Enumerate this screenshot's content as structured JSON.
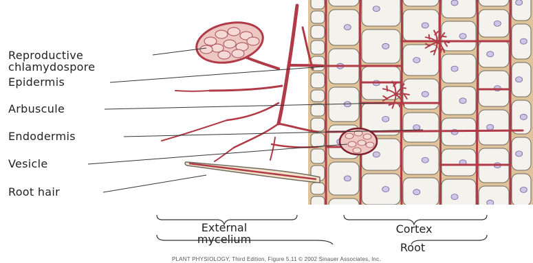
{
  "labels": {
    "reproductive": "Reproductive",
    "chlamydospore": "chlamydospore",
    "epidermis": "Epidermis",
    "arbuscule": "Arbuscule",
    "endodermis": "Endodermis",
    "vesicle": "Vesicle",
    "root_hair": "Root hair"
  },
  "regions": {
    "external_line1": "External",
    "external_line2": "mycelium",
    "cortex": "Cortex",
    "root": "Root"
  },
  "credit": "PLANT PHYSIOLOGY, Third Edition, Figure 5.11  © 2002 Sinauer Associates, Inc.",
  "colors": {
    "hypha": "#b03a48",
    "hypha_dark": "#7d1f2c",
    "cell_wall": "#dfc39a",
    "cell_fill": "#f4f2ec",
    "cell_stroke": "#6e6a60",
    "nucleus": "#cfc6e6",
    "nucleus_stroke": "#6d62a0",
    "spore_fill": "#edc7c2"
  }
}
